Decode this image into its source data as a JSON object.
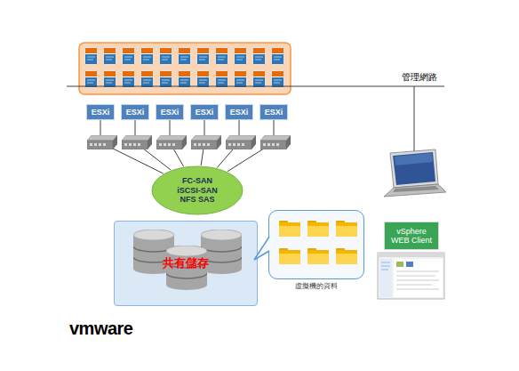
{
  "diagram": {
    "nodes": [
      {
        "text": [
          "ESXi"
        ]
      },
      {
        "text": [
          "ESXi"
        ]
      },
      {
        "text": [
          "ESXi"
        ]
      },
      {
        "text": [
          "ESXi"
        ]
      },
      {
        "text": [
          "ESXi"
        ]
      },
      {
        "text": [
          "ESXi"
        ]
      },
      {
        "text": [
          "FC-SAN iSCSI-SAN NFS SAS"
        ]
      },
      {
        "text": [
          "共有儲存"
        ]
      },
      {
        "text": [
          "虛擬機的資料"
        ]
      },
      {
        "text": [
          "vSphere WEB Client"
        ]
      }
    ],
    "edges": [
      {
        "from": 0,
        "to": 6,
        "arrow": "none"
      },
      {
        "from": 1,
        "to": 6,
        "arrow": "none"
      },
      {
        "from": 2,
        "to": 6,
        "arrow": "none"
      },
      {
        "from": 3,
        "to": 6,
        "arrow": "none"
      },
      {
        "from": 4,
        "to": 6,
        "arrow": "none"
      },
      {
        "from": 5,
        "to": 6,
        "arrow": "none"
      }
    ],
    "labels": [
      "管理網路",
      "vmware"
    ]
  }
}
